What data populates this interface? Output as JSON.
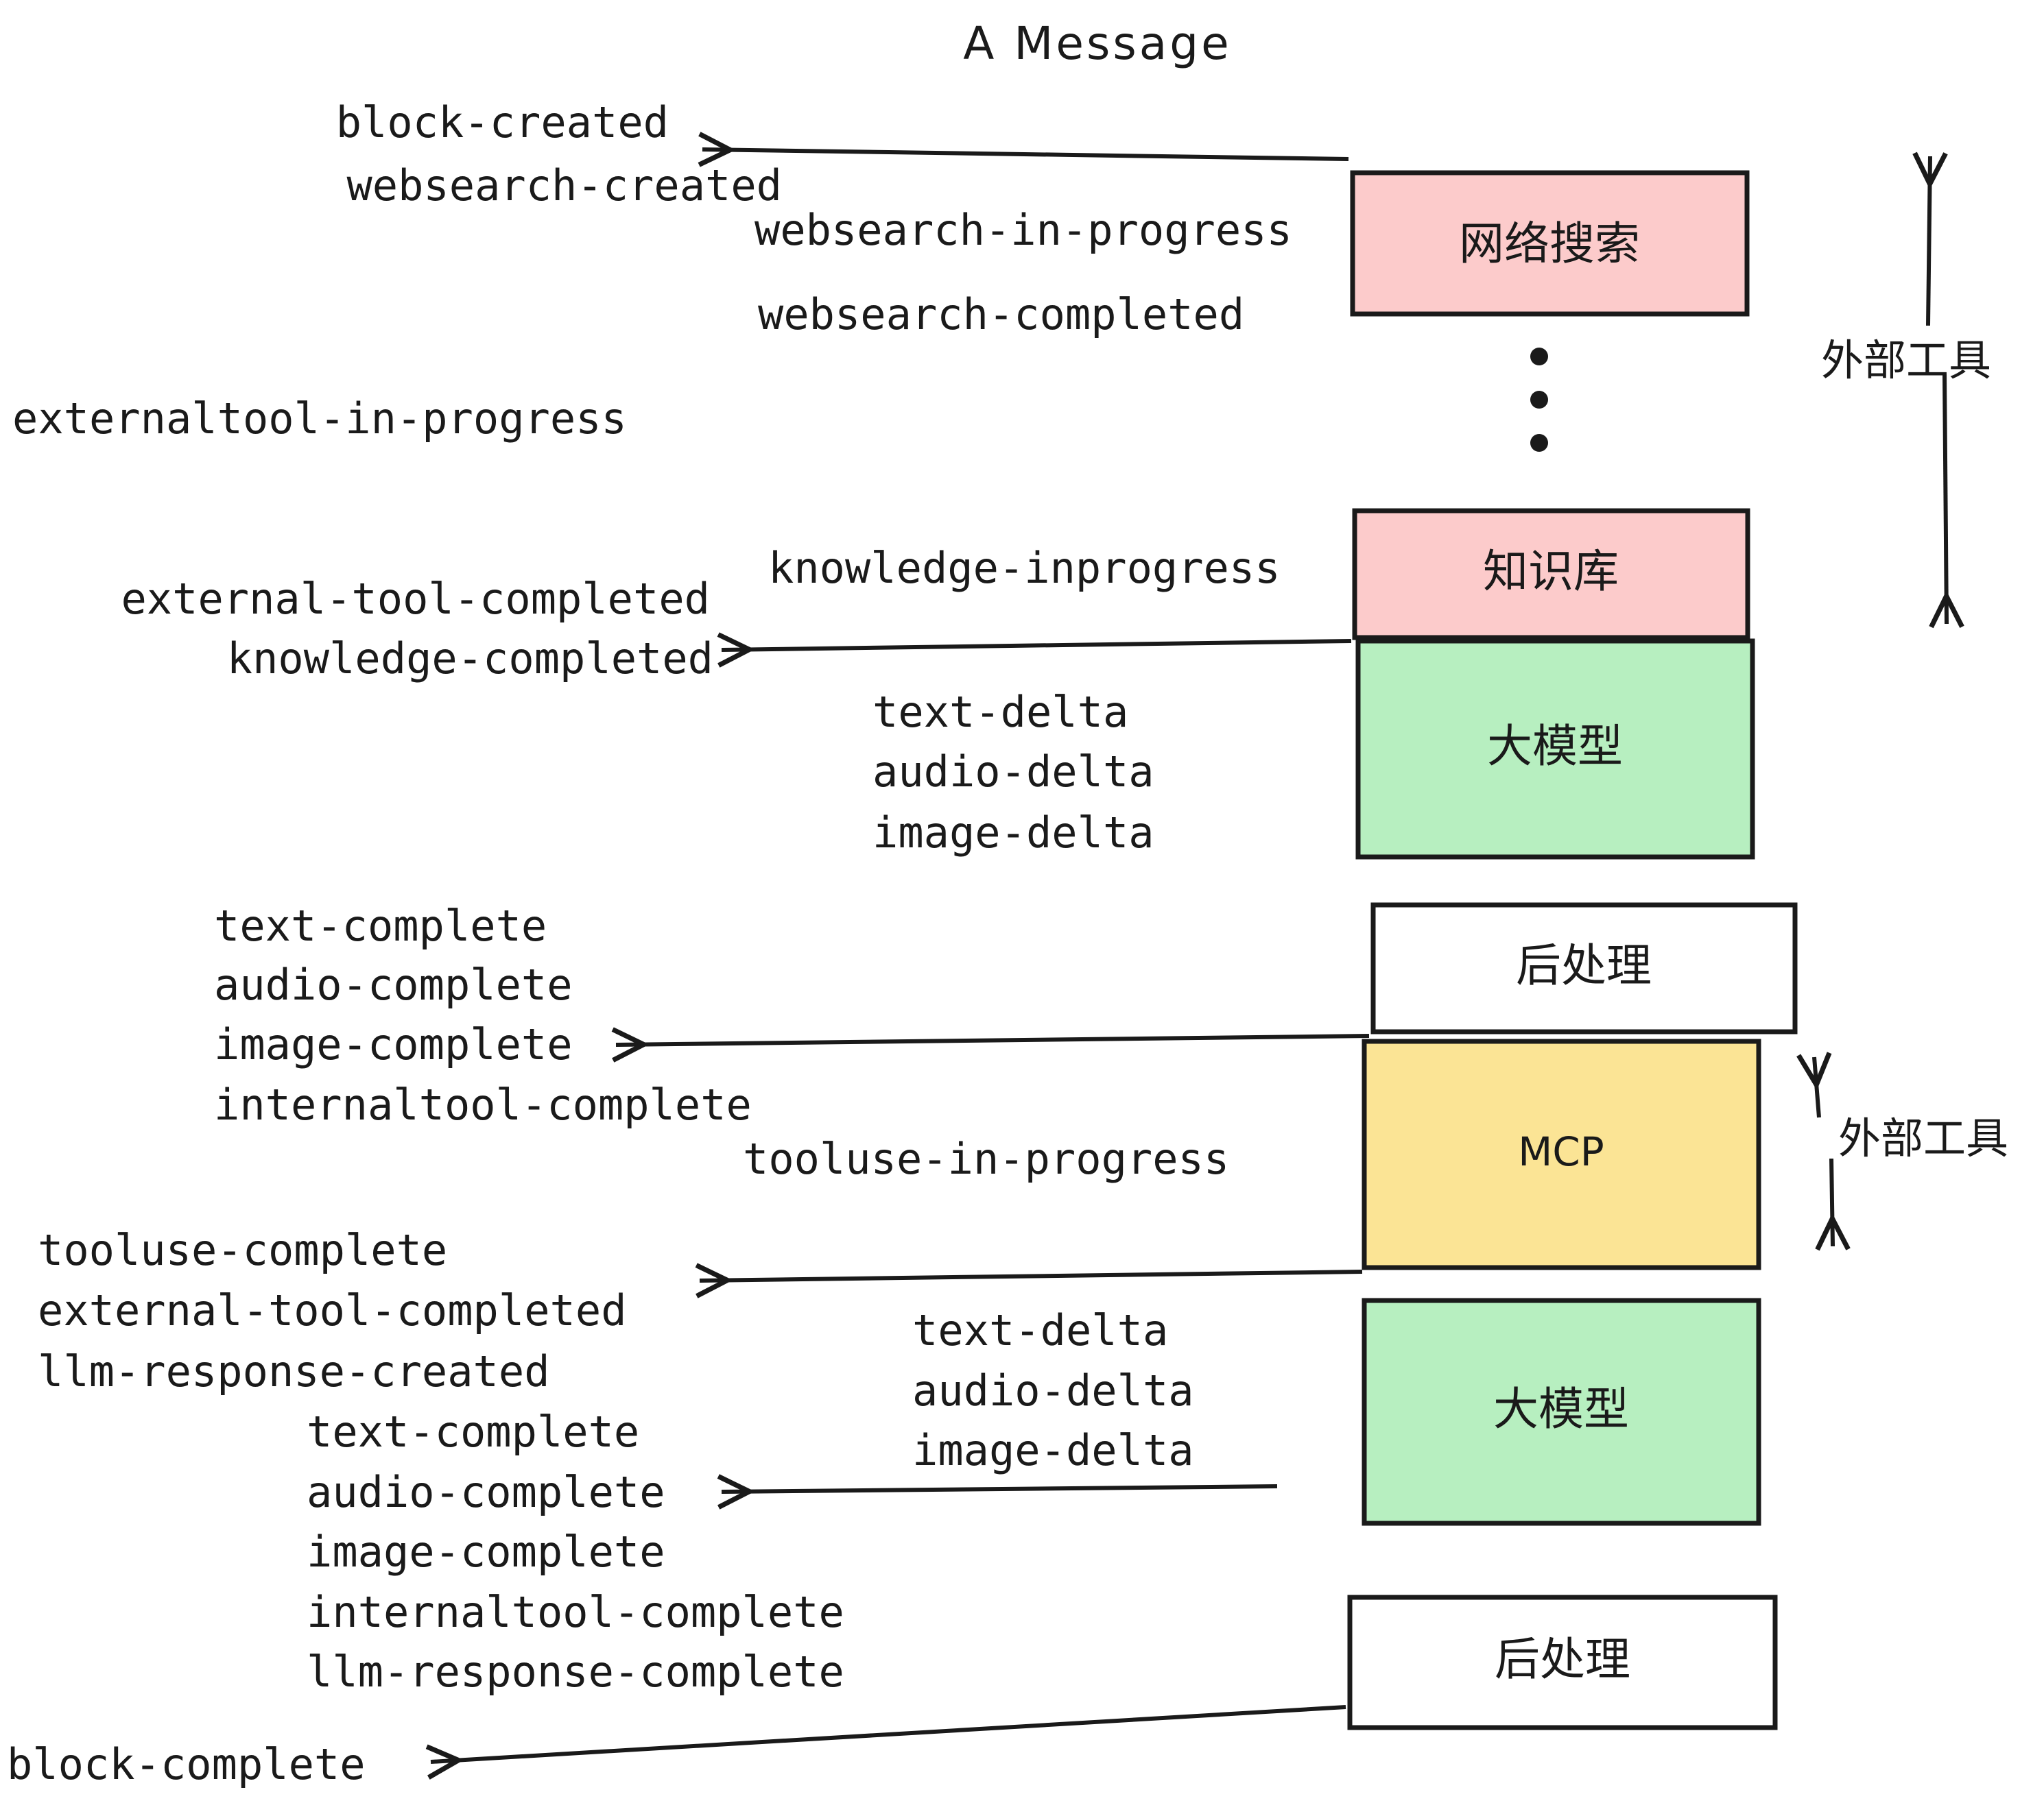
{
  "title": "A Message",
  "colors": {
    "pink": "#FCCBCB",
    "green": "#B7EFC0",
    "yellow": "#FBE495",
    "white": "#FFFFFF",
    "stroke": "#1A1A1A",
    "background": "#FFFFFF"
  },
  "nodes": [
    {
      "id": "web-search",
      "label": "网络搜索",
      "fill": "pink"
    },
    {
      "id": "knowledge-base",
      "label": "知识库",
      "fill": "pink"
    },
    {
      "id": "llm-1",
      "label": "大模型",
      "fill": "green"
    },
    {
      "id": "postprocess-1",
      "label": "后处理",
      "fill": "white"
    },
    {
      "id": "mcp",
      "label": "MCP",
      "fill": "yellow"
    },
    {
      "id": "llm-2",
      "label": "大模型",
      "fill": "green"
    },
    {
      "id": "postprocess-2",
      "label": "后处理",
      "fill": "white"
    }
  ],
  "side_labels": [
    {
      "id": "external-tools-top",
      "text": "外部工具"
    },
    {
      "id": "external-tools-bottom",
      "text": "外部工具"
    }
  ],
  "events": {
    "group_block_created": [
      "block-created",
      "websearch-created"
    ],
    "group_websearch": [
      "websearch-in-progress",
      "websearch-completed"
    ],
    "externaltool_in_progress": "externaltool-in-progress",
    "knowledge_inprogress": "knowledge-inprogress",
    "group_external_knowledge_completed": [
      "external-tool-completed",
      "knowledge-completed"
    ],
    "group_deltas_1": [
      "text-delta",
      "audio-delta",
      "image-delta"
    ],
    "group_completes_1": [
      "text-complete",
      "audio-complete",
      "image-complete",
      "internaltool-complete"
    ],
    "tooluse_in_progress": "tooluse-in-progress",
    "group_tooluse_done": [
      "tooluse-complete",
      "external-tool-completed",
      "llm-response-created"
    ],
    "group_deltas_2": [
      "text-delta",
      "audio-delta",
      "image-delta"
    ],
    "group_completes_2": [
      "text-complete",
      "audio-complete",
      "image-complete",
      "internaltool-complete",
      "llm-response-complete"
    ],
    "block_complete": "block-complete"
  },
  "ellipsis_dots": 3
}
